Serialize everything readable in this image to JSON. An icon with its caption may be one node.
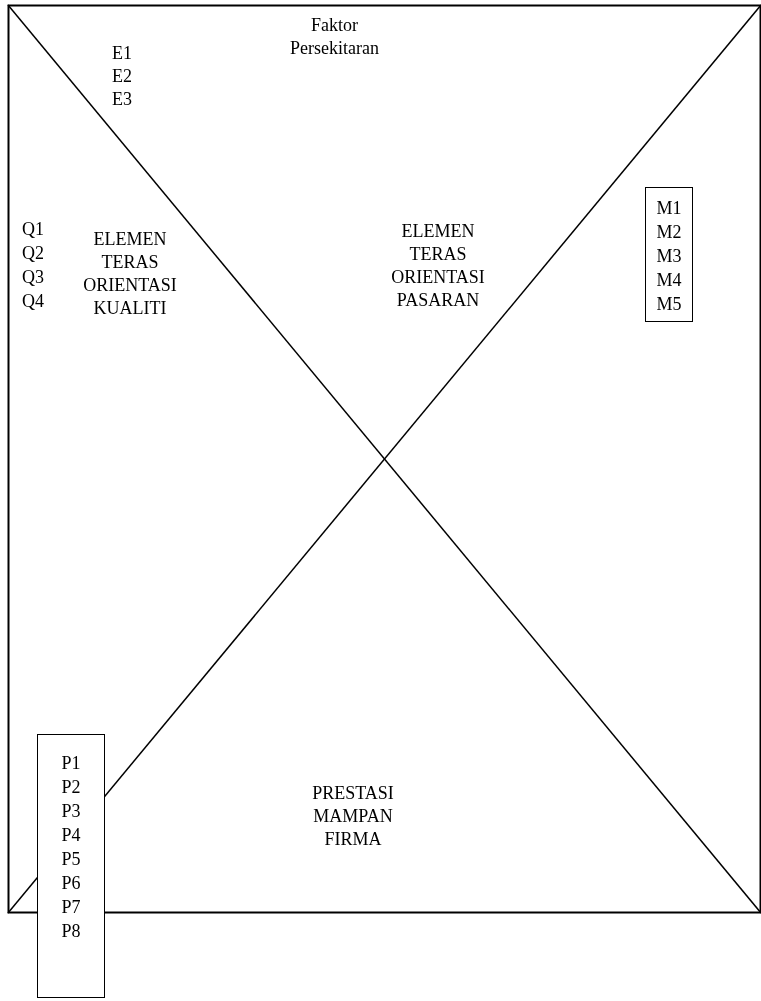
{
  "diagram": {
    "nodes": [
      {
        "text": [
          "M1",
          "M2",
          "M3",
          "M4",
          "M5"
        ]
      },
      {
        "text": [
          "P1",
          "P2",
          "P3",
          "P4",
          "P5",
          "P6",
          "P7",
          "P8"
        ]
      }
    ],
    "labels": [
      "E1",
      "E2",
      "E3",
      "Faktor Persekitaran",
      "Q1",
      "Q2",
      "Q3",
      "Q4",
      "ELEMEN TERAS ORIENTASI KUALITI",
      "ELEMEN TERAS ORIENTASI PASARAN",
      "PRESTASI MAMPAN FIRMA"
    ]
  }
}
